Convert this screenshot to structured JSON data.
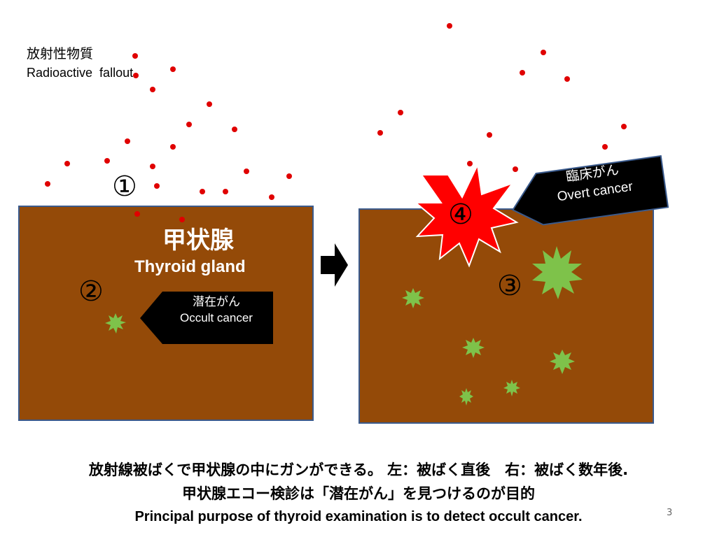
{
  "top_label": {
    "ja": "放射性物質",
    "en": "Radioactive  fallout"
  },
  "gland": {
    "ja": "甲状腺",
    "en": "Thyroid gland"
  },
  "markers": {
    "one": "①",
    "two": "②",
    "three": "③",
    "four": "④"
  },
  "occult": {
    "ja": "潜在がん",
    "en": "Occult cancer"
  },
  "overt": {
    "ja": "臨床がん",
    "en": "Overt cancer"
  },
  "bottom": {
    "line1": "放射線被ばくで甲状腺の中にガンができる。 左：被ばく直後　右：被ばく数年後.",
    "line2": "甲状腺エコー検診は「潜在がん」を見つけるのが目的",
    "line3": "Principal purpose of thyroid examination is to detect occult cancer."
  },
  "page_number": "3",
  "colors": {
    "gland": "#944a08",
    "particle": "#e00000",
    "occult_cancer": "#7ec24a",
    "overt_cancer": "#ff0000",
    "callout": "#000000"
  }
}
